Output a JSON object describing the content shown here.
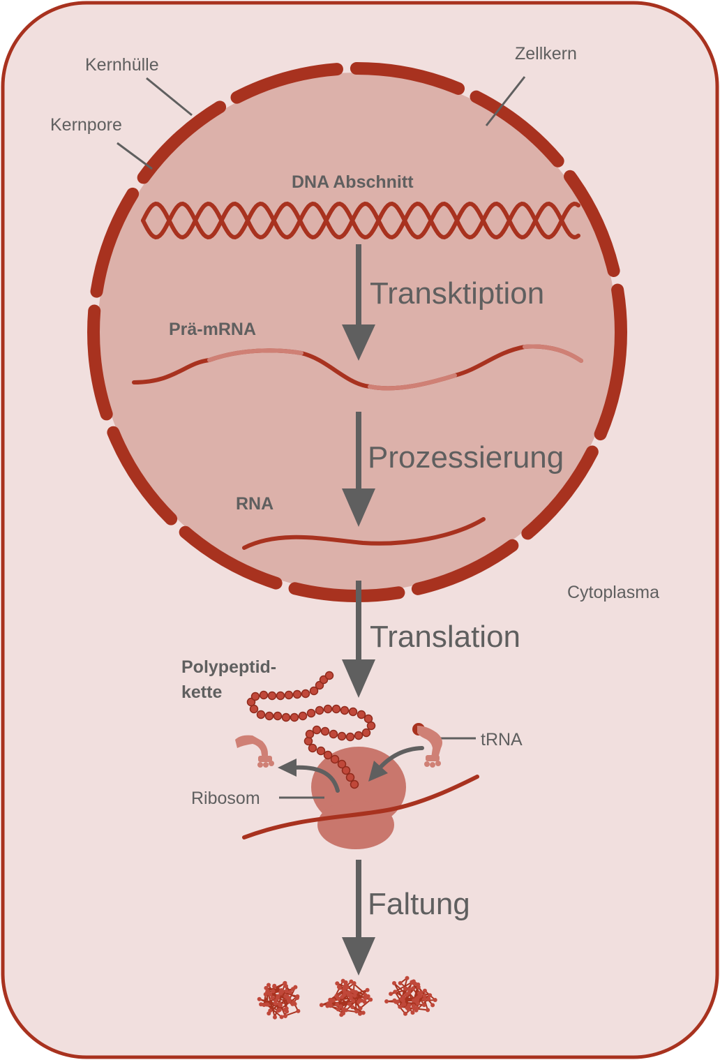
{
  "labels": {
    "kernhuelle": "Kernhülle",
    "kernpore": "Kernpore",
    "zellkern": "Zellkern",
    "dna": "DNA Abschnitt",
    "prae_mrna": "Prä-mRNA",
    "rna": "RNA",
    "cytoplasma": "Cytoplasma",
    "polypeptid_1": "Polypeptid-",
    "polypeptid_2": "kette",
    "trna": "tRNA",
    "ribosom": "Ribosom"
  },
  "steps": {
    "transkription": "Transktiption",
    "prozessierung": "Prozessierung",
    "translation": "Translation",
    "faltung": "Faltung"
  },
  "colors": {
    "cell_fill": "#f1dfde",
    "cell_border": "#a8321f",
    "nucleus_fill": "#dcb1aa",
    "dark_red": "#a8321f",
    "light_red": "#cf8075",
    "ribosome": "#c9776d",
    "arrow": "#5f5f5f"
  }
}
